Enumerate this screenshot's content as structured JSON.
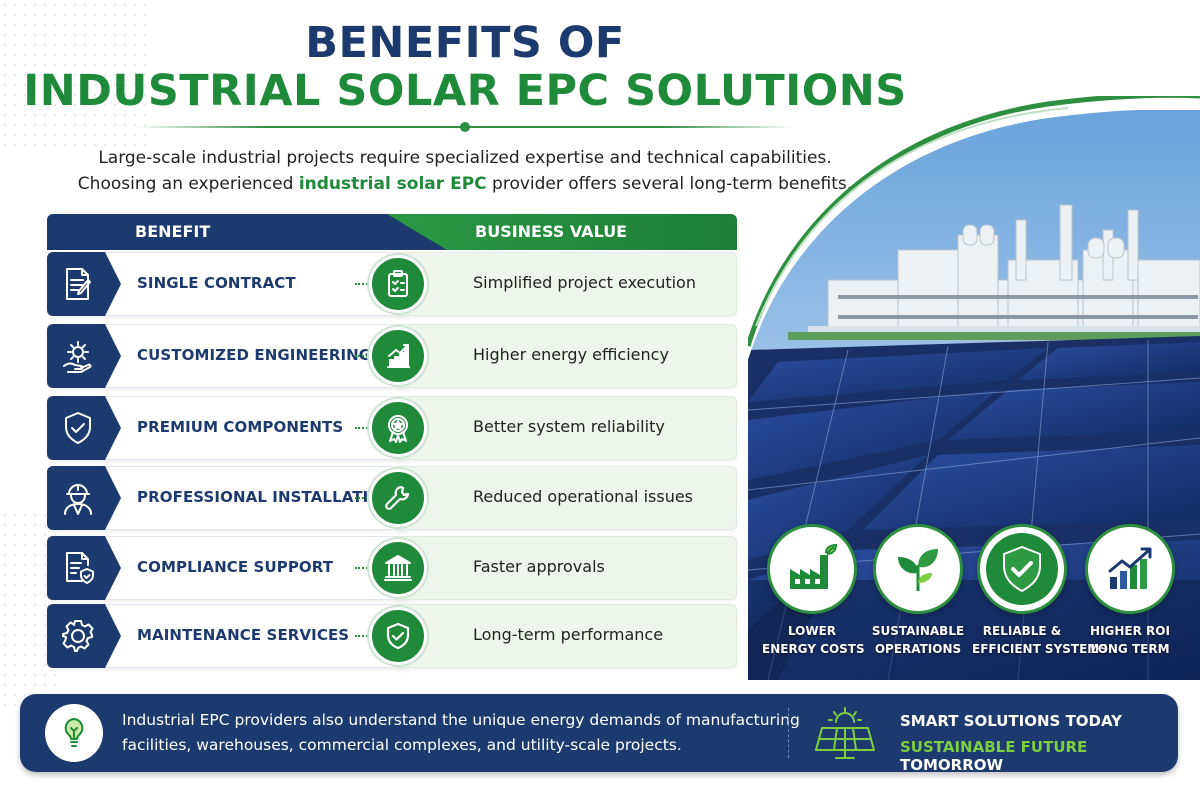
{
  "header": {
    "title_line1": "BENEFITS OF",
    "title_line2": "INDUSTRIAL SOLAR EPC SOLUTIONS"
  },
  "intro": {
    "line1": "Large-scale industrial projects require specialized expertise and technical capabilities.",
    "line2_before": "Choosing an experienced ",
    "line2_highlight": "industrial solar EPC",
    "line2_after": " provider offers several long-term benefits."
  },
  "table": {
    "header_benefit": "BENEFIT",
    "header_value": "BUSINESS VALUE",
    "rows": [
      {
        "benefit": "SINGLE CONTRACT",
        "value": "Simplified project execution",
        "left_icon": "document-pen-icon",
        "right_icon": "clipboard-check-icon"
      },
      {
        "benefit": "CUSTOMIZED ENGINEERING",
        "value": "Higher energy efficiency",
        "left_icon": "gear-hand-icon",
        "right_icon": "growth-chart-icon"
      },
      {
        "benefit": "PREMIUM COMPONENTS",
        "value": "Better system reliability",
        "left_icon": "shield-check-icon",
        "right_icon": "award-ribbon-icon"
      },
      {
        "benefit": "PROFESSIONAL INSTALLATION",
        "value": "Reduced operational issues",
        "left_icon": "hard-hat-worker-icon",
        "right_icon": "wrench-icon"
      },
      {
        "benefit": "COMPLIANCE SUPPORT",
        "value": "Faster approvals",
        "left_icon": "document-shield-icon",
        "right_icon": "government-building-icon"
      },
      {
        "benefit": "MAINTENANCE SERVICES",
        "value": "Long-term performance",
        "left_icon": "gear-icon",
        "right_icon": "shield-check-icon"
      }
    ]
  },
  "features": [
    {
      "line1": "LOWER",
      "line2": "ENERGY COSTS",
      "icon": "factory-leaf-icon"
    },
    {
      "line1": "SUSTAINABLE",
      "line2": "OPERATIONS",
      "icon": "leaves-icon"
    },
    {
      "line1": "RELIABLE &",
      "line2": "EFFICIENT SYSTEMS",
      "icon": "shield-check-icon"
    },
    {
      "line1": "HIGHER ROI",
      "line2": "LONG TERM",
      "icon": "growth-chart-icon"
    }
  ],
  "footer": {
    "text": "Industrial EPC providers also understand the unique energy demands of manufacturing facilities, warehouses, commercial complexes, and utility-scale projects.",
    "cta_line1": "SMART SOLUTIONS TODAY",
    "cta_line2_green": "SUSTAINABLE FUTURE",
    "cta_line2_white": " TOMORROW",
    "bulb_icon": "lightbulb-icon",
    "panel_icon": "solar-panel-sun-icon"
  },
  "colors": {
    "navy": "#1d3a6e",
    "green": "#1f8a3a",
    "light_green_bg": "#eef5ec",
    "accent_lime": "#7ccf3e"
  }
}
